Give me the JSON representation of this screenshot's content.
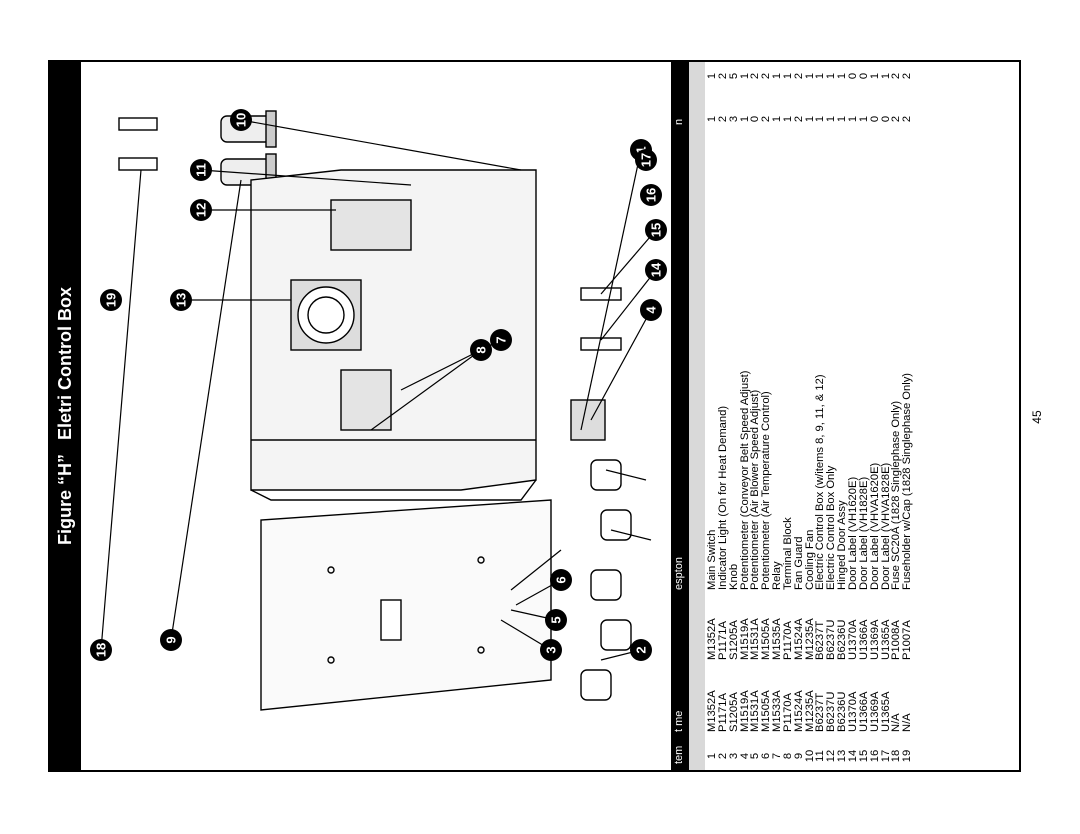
{
  "title": {
    "figure": "Figure “H”",
    "name": "Eletri Control Box"
  },
  "table": {
    "headers": {
      "item": "tem",
      "part1": "t me",
      "description": "espton",
      "qty": "n"
    },
    "rows": [
      {
        "item": "1",
        "pn1": "M1352A",
        "pn2": "M1352A",
        "desc": "Main Switch",
        "q1": "1",
        "q2": "1"
      },
      {
        "item": "2",
        "pn1": "P1171A",
        "pn2": "P1171A",
        "desc": "Indicator Light (On for Heat Demand)",
        "q1": "2",
        "q2": "2"
      },
      {
        "item": "3",
        "pn1": "S1205A",
        "pn2": "S1205A",
        "desc": "Knob",
        "q1": "3",
        "q2": "5"
      },
      {
        "item": "4",
        "pn1": "M1519A",
        "pn2": "M1519A",
        "desc": "Potentiometer (Conveyor Belt Speed Adjust)",
        "q1": "1",
        "q2": "1"
      },
      {
        "item": "5",
        "pn1": "M1531A",
        "pn2": "M1531A",
        "desc": "Potentiometer (Air Blower Speed Adjust)",
        "q1": "0",
        "q2": "2"
      },
      {
        "item": "6",
        "pn1": "M1505A",
        "pn2": "M1505A",
        "desc": "Potentiometer (Air Temperature Control)",
        "q1": "2",
        "q2": "2"
      },
      {
        "item": "7",
        "pn1": "M1533A",
        "pn2": "M1535A",
        "desc": "Relay",
        "q1": "1",
        "q2": "1"
      },
      {
        "item": "8",
        "pn1": "P1170A",
        "pn2": "P1170A",
        "desc": "Terminal Block",
        "q1": "1",
        "q2": "1"
      },
      {
        "item": "9",
        "pn1": "M1524A",
        "pn2": "M1524A",
        "desc": "Fan Guard",
        "q1": "2",
        "q2": "2"
      },
      {
        "item": "10",
        "pn1": "M1235A",
        "pn2": "M1235A",
        "desc": "Cooling Fan",
        "q1": "1",
        "q2": "1"
      },
      {
        "item": "11",
        "pn1": "B6237T",
        "pn2": "B6237T",
        "desc": "Electric Control Box (w/items 8, 9, 11, & 12)",
        "q1": "1",
        "q2": "1"
      },
      {
        "item": "12",
        "pn1": "B6237U",
        "pn2": "B6237U",
        "desc": "Electric Control Box Only",
        "q1": "1",
        "q2": "1"
      },
      {
        "item": "13",
        "pn1": "B6236U",
        "pn2": "B6236U",
        "desc": "Hinged Door Assy",
        "q1": "1",
        "q2": "1"
      },
      {
        "item": "14",
        "pn1": "U1370A",
        "pn2": "U1370A",
        "desc": "Door Label (VH1620E)",
        "q1": "1",
        "q2": "0"
      },
      {
        "item": "15",
        "pn1": "U1366A",
        "pn2": "U1366A",
        "desc": "Door Label (VH1828E)",
        "q1": "1",
        "q2": "0"
      },
      {
        "item": "16",
        "pn1": "U1369A",
        "pn2": "U1369A",
        "desc": "Door Label (VHVA1620E)",
        "q1": "0",
        "q2": "1"
      },
      {
        "item": "17",
        "pn1": "U1365A",
        "pn2": "U1365A",
        "desc": "Door Label (VHVA1828E)",
        "q1": "0",
        "q2": "1"
      },
      {
        "item": "18",
        "pn1": "N/A",
        "pn2": "P1008A",
        "desc": "Fuse SC20A (1828 Singlephase Only)",
        "q1": "2",
        "q2": "2"
      },
      {
        "item": "19",
        "pn1": "N/A",
        "pn2": "P1007A",
        "desc": "Fuseholder w/Cap (1828 Singlephase Only)",
        "q1": "2",
        "q2": "2"
      }
    ]
  },
  "callouts": [
    "1",
    "2",
    "3",
    "4",
    "5",
    "6",
    "7",
    "8",
    "9",
    "10",
    "11",
    "12",
    "13",
    "14",
    "15",
    "16",
    "17",
    "18",
    "19"
  ],
  "page_number": "45"
}
